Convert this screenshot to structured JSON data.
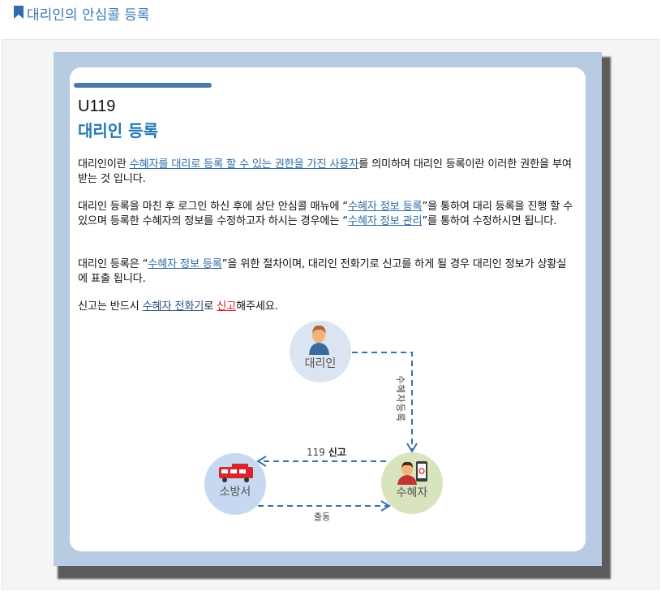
{
  "header": {
    "title": "대리인의 안심콜 등록",
    "icon": "bookmark-icon"
  },
  "screen": {
    "code": "U119",
    "name": "대리인 등록"
  },
  "paragraphs": {
    "p1": {
      "t1": "대리인이란 ",
      "link1": "수혜자를 대리로 등록 할 수 있는 권한을 가진 사용자",
      "t2": "를 의미하며 대리인 등록이란 이러한 권한을 부여 받는 것 입니다."
    },
    "p2": {
      "t1": "대리인 등록을 마친 후 로그인 하신 후에 상단 안심콜 매뉴에 “",
      "link1": "수혜자 정보 등록",
      "t2": "”을 통하여 대리 등록을 진행 할 수 있으며 등록한 수혜자의 정보를 수정하고자 하시는 경우에는 “",
      "link2": "수혜자 정보 관리",
      "t3": "”를 통하여 수정하시면 됩니다."
    },
    "p3": {
      "t1": "대리인 등록은 “",
      "link1": "수혜자 정보 등록",
      "t2": "”을 위한 절차이며, 대리인 전화기로 신고를 하게 될 경우 대리인 정보가 상황실에 표출 됩니다."
    },
    "p4": {
      "t1": "신고는 반드시 ",
      "link1": "수혜자 전화기",
      "t2": "로 ",
      "link2": "신고",
      "t3": "해주세요."
    }
  },
  "diagram": {
    "nodes": {
      "agent": "대리인",
      "fire_station": "소방서",
      "beneficiary": "수혜자"
    },
    "edges": {
      "register": "수혜자등록",
      "report_prefix": "119 ",
      "report_bold": "신고",
      "dispatch": "출동"
    },
    "colors": {
      "agent_circle": "#dbe5f1",
      "fire_circle": "#c6d9f1",
      "beneficiary_circle": "#d7e4bd",
      "arrow": "#3d6fa8"
    }
  }
}
